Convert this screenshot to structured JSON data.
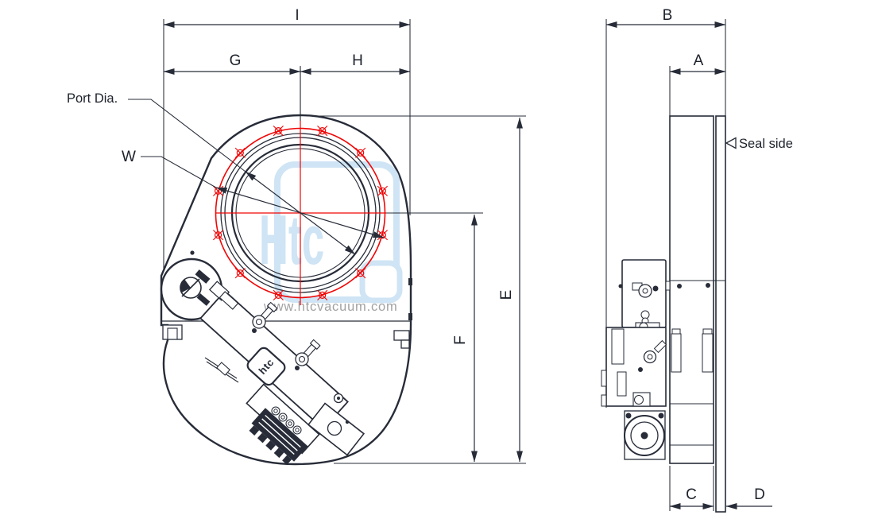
{
  "front_view": {
    "dim_overall_width": "I",
    "dim_center_left": "G",
    "dim_center_right": "H",
    "dim_overall_height": "E",
    "dim_center_to_bottom": "F",
    "label_port_diameter": "Port Dia.",
    "label_wafer_width": "W"
  },
  "side_view": {
    "dim_overall_depth": "B",
    "dim_body_width": "A",
    "dim_base_width": "C",
    "dim_seal_plate": "D",
    "label_seal_side": "Seal side"
  },
  "watermark": {
    "logo_text": "Htc",
    "website": "www.htcvacuum.com",
    "logo_color": "#cfe4f4",
    "website_color": "#a2a2a2"
  },
  "actuator": {
    "brand_label": "htc"
  },
  "colors": {
    "line": "#272c38",
    "red": "#f00606",
    "background": "#ffffff"
  }
}
